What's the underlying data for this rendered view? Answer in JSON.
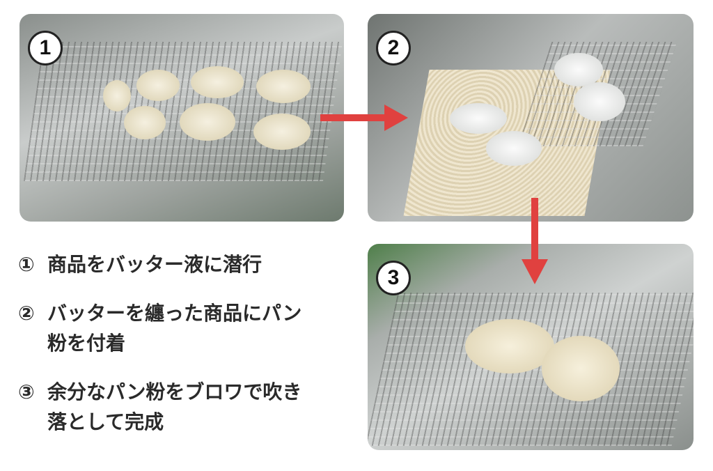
{
  "photos": [
    {
      "badge": "1"
    },
    {
      "badge": "2"
    },
    {
      "badge": "3"
    }
  ],
  "steps": [
    {
      "num": "①",
      "text": "商品をバッター液に潜行"
    },
    {
      "num": "②",
      "text": "バッターを纏った商品にパン粉を付着"
    },
    {
      "num": "③",
      "text": "余分なパン粉をブロワで吹き落として完成"
    }
  ],
  "colors": {
    "arrow": "#e0413f",
    "text": "#2a2a2a"
  }
}
